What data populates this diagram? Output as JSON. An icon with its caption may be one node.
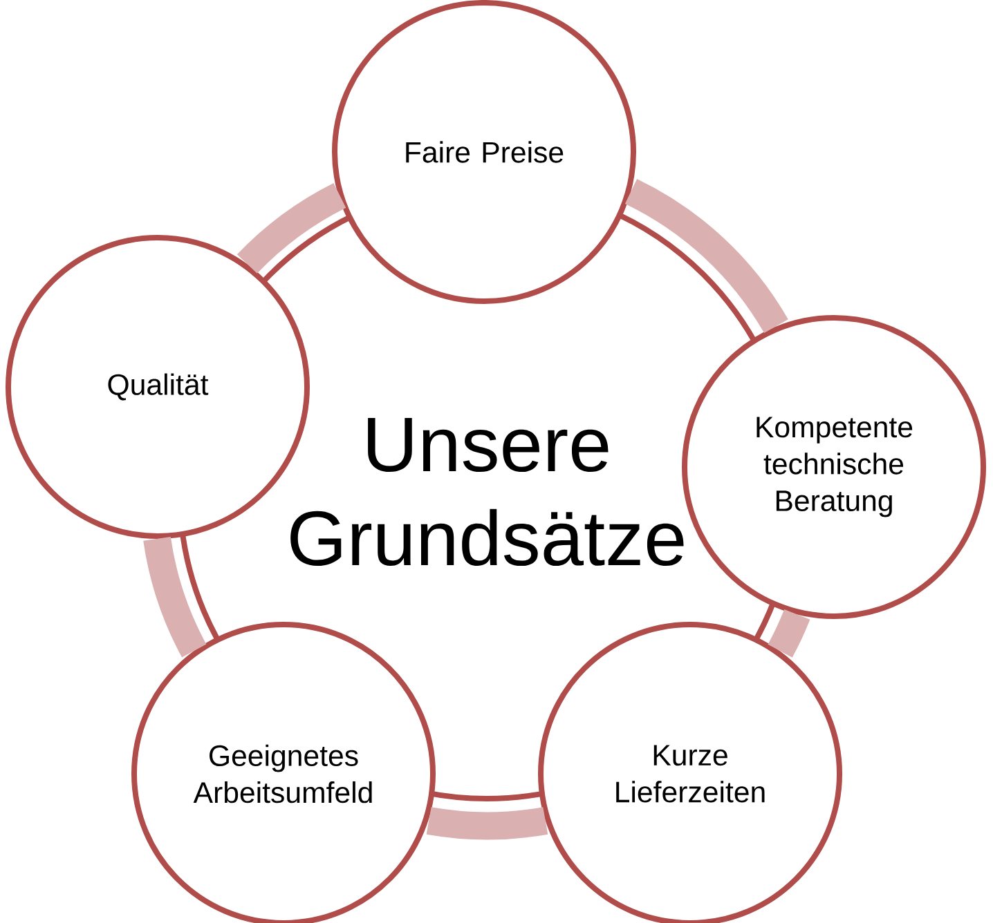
{
  "diagram": {
    "nodes": [
      {
        "text": [
          "Unsere Grundsätze"
        ]
      },
      {
        "text": [
          "Faire Preise"
        ]
      },
      {
        "text": [
          "Kompetente technische Beratung"
        ]
      },
      {
        "text": [
          "Kurze Lieferzeiten"
        ]
      },
      {
        "text": [
          "Geeignetes Arbeitsumfeld"
        ]
      },
      {
        "text": [
          "Qualität"
        ]
      }
    ],
    "edges": [
      {
        "from": 1,
        "to": 2,
        "arrow": "none"
      },
      {
        "from": 2,
        "to": 3,
        "arrow": "none"
      },
      {
        "from": 3,
        "to": 4,
        "arrow": "none"
      },
      {
        "from": 4,
        "to": 5,
        "arrow": "none"
      },
      {
        "from": 5,
        "to": 1,
        "arrow": "none"
      }
    ]
  }
}
